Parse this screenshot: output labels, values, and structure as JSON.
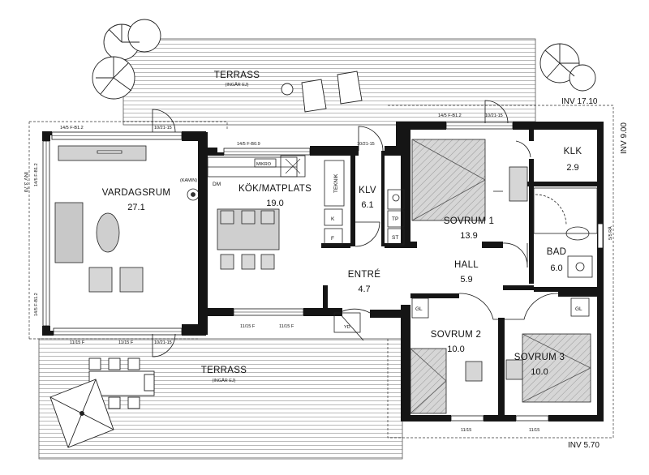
{
  "rooms": {
    "vardagsrum": {
      "name": "VARDAGSRUM",
      "area": "27.1"
    },
    "kok": {
      "name": "KÖK/MATPLATS",
      "area": "19.0"
    },
    "klv": {
      "name": "KLV",
      "area": "6.1"
    },
    "sovrum1": {
      "name": "SOVRUM 1",
      "area": "13.9"
    },
    "klk": {
      "name": "KLK",
      "area": "2.9"
    },
    "bad": {
      "name": "BAD",
      "area": "6.0"
    },
    "hall": {
      "name": "HALL",
      "area": "5.9"
    },
    "entre": {
      "name": "ENTRÉ",
      "area": "4.7"
    },
    "sovrum2": {
      "name": "SOVRUM 2",
      "area": "10.0"
    },
    "sovrum3": {
      "name": "SOVRUM 3",
      "area": "10.0"
    }
  },
  "terraces": {
    "top": {
      "name": "TERRASS",
      "note": "(INGÅR EJ)"
    },
    "bottom": {
      "name": "TERRASS",
      "note": "(INGÅR EJ)"
    }
  },
  "levels": {
    "top": "INV 17.10",
    "right": "INV 9.00",
    "bottom": "INV 5.70",
    "left": "INV 3.70"
  },
  "fixtures": {
    "kamin": "(KAMIN)",
    "dm": "DM",
    "mikro": "MIKRO",
    "teknik": "TEKNIK",
    "k": "K",
    "f": "F",
    "tp": "TP",
    "st": "ST",
    "gl1": "GL",
    "gl2": "GL",
    "yd": "YD",
    "ventilation": "5/5 RÅ"
  },
  "openings": {
    "w_top_left": "14/5 F-B1.2",
    "d_top_left": "10/21-15",
    "w_kitchen": "14/5 F-B0.9",
    "d_top_mid": "10/21-15",
    "w_top_right": "14/5 F-B1.2",
    "d_top_right": "10/21-15",
    "w_left_a": "14/5 F-B1.2",
    "w_left_b": "14/5 F-B1.2",
    "w_bottom_a": "11/15 F",
    "w_bottom_b": "11/15 F",
    "d_bottom_left": "10/21-15",
    "w_bottom_c": "11/15 F",
    "w_bottom_d": "11/15 F",
    "w_bed2": "11/15",
    "w_bed3": "11/15"
  }
}
